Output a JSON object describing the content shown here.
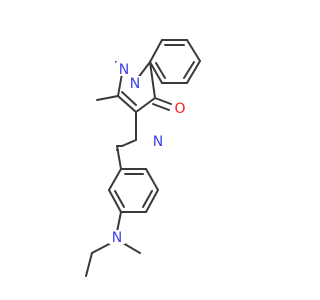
{
  "molecule": {
    "atoms": {
      "n_ring_1": "N",
      "n_ring_2": "N",
      "oxygen": "O",
      "n_imine": "N",
      "n_amine": "N"
    },
    "colors": {
      "bond": "#3a3a3a",
      "nitrogen": "#3c3cf0",
      "oxygen": "#ff1a1a",
      "background": "#ffffff"
    }
  }
}
